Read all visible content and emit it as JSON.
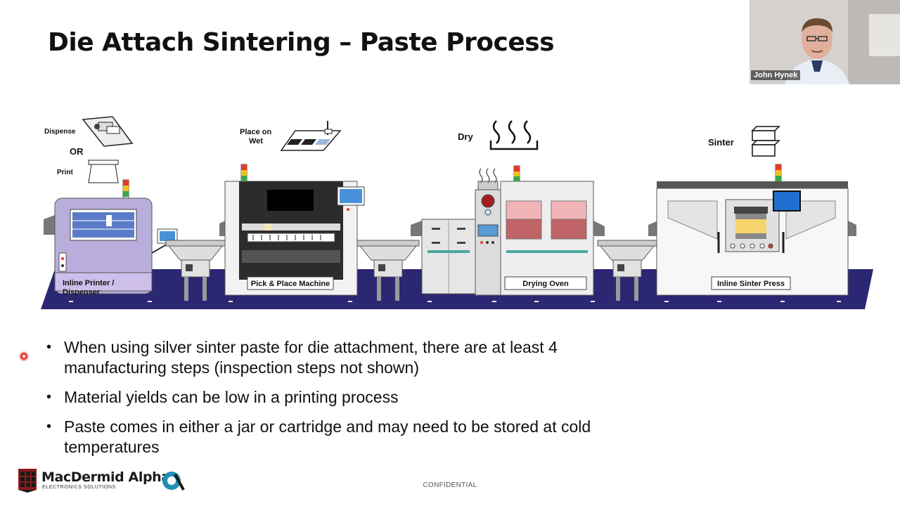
{
  "slide": {
    "title": "Die Attach Sintering – Paste Process",
    "bullets": [
      "When using silver sinter paste for die attachment, there are at least 4 manufacturing steps (inspection steps not shown)",
      "Material yields can be low in a printing process",
      "Paste comes in either a jar or cartridge and may need to be stored at cold temperatures"
    ],
    "footer_confidential": "CONFIDENTIAL"
  },
  "diagram": {
    "step_labels": {
      "dispense": "Dispense",
      "or": "OR",
      "print": "Print",
      "place_on_wet_line1": "Place on",
      "place_on_wet_line2": "Wet",
      "dry": "Dry",
      "sinter": "Sinter"
    },
    "machines": {
      "printer_line1": "Inline Printer /",
      "printer_line2": "Dispenser",
      "pick_place": "Pick & Place Machine",
      "drying_oven": "Drying Oven",
      "sinter_press": "Inline Sinter Press"
    },
    "colors": {
      "conveyor": "#2b2773",
      "printer_body": "#b9aedb",
      "oven_panel": "#e9a0a3",
      "press_screen": "#1f6fd1",
      "press_die": "#f5d56b"
    }
  },
  "logo": {
    "name": "MacDermid Alpha",
    "subtitle": "ELECTRONICS SOLUTIONS"
  },
  "video": {
    "participant_name": "John Hynek"
  }
}
